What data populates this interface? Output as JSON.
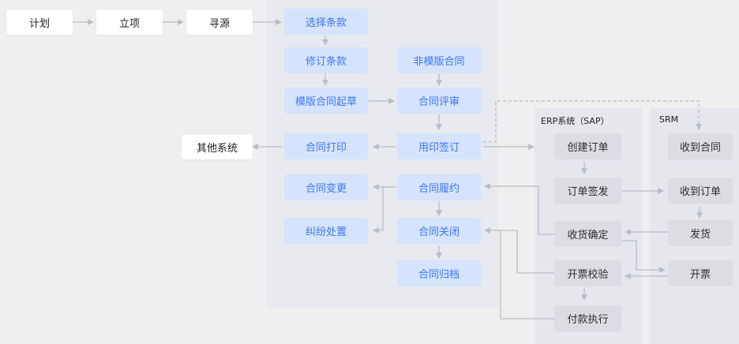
{
  "colors": {
    "background": "#efefef",
    "panel": "#e8eaef",
    "blue_node_fill": "#d5e3fc",
    "blue_node_text": "#3a78f2",
    "gray_node_fill": "#dbdde2",
    "connector": "#b9bdc4"
  },
  "panels": {
    "erp_title": "ERP系统（SAP）",
    "srm_title": "SRM"
  },
  "nodes": {
    "plan": "计划",
    "initiation": "立项",
    "sourcing": "寻源",
    "other_systems": "其他系统",
    "select_terms": "选择条款",
    "revise_terms": "修订条款",
    "non_template_contract": "非模版合同",
    "template_contract_draft": "模版合同起草",
    "contract_review": "合同评审",
    "contract_print": "合同打印",
    "seal_sign": "用印签订",
    "contract_change": "合同变更",
    "contract_performance": "合同履约",
    "dispute_handling": "纠纷处置",
    "contract_close": "合同关闭",
    "contract_archive": "合同归档",
    "create_order": "创建订单",
    "order_sign": "订单签发",
    "receipt_confirm": "收货确定",
    "invoice_verify": "开票校验",
    "payment_execute": "付款执行",
    "receive_contract": "收到合同",
    "receive_order": "收到订单",
    "delivery": "发货",
    "invoicing": "开票"
  }
}
